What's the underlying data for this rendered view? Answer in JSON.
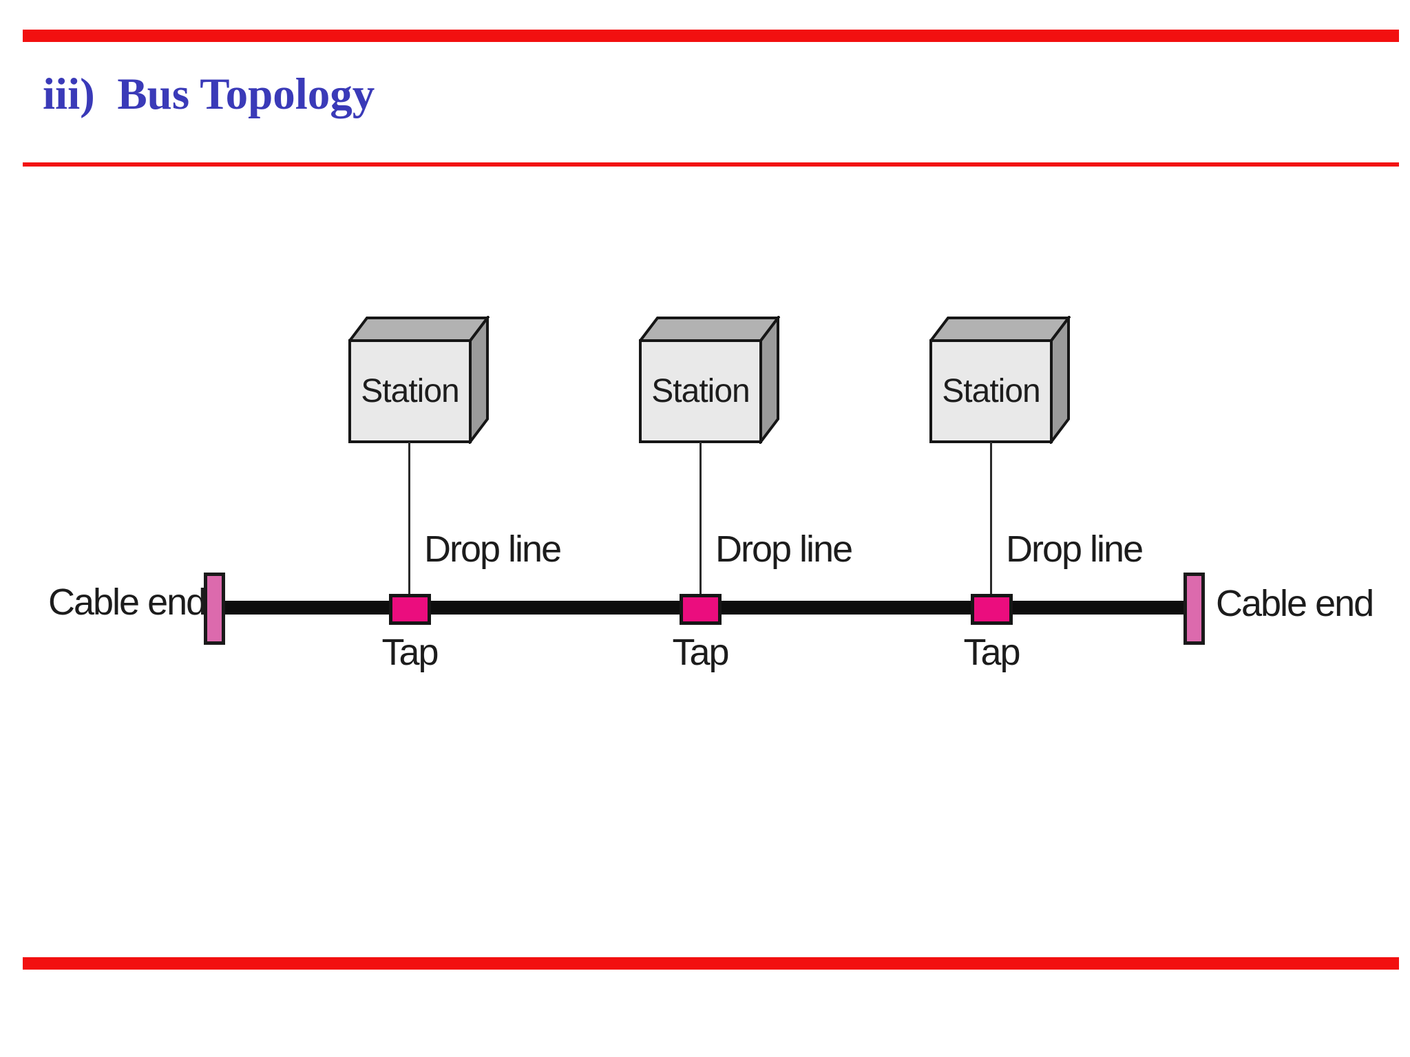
{
  "slide": {
    "title": "iii)  Bus Topology",
    "accent_rule_color": "#f21010",
    "title_color": "#3a3ab8"
  },
  "diagram": {
    "stations": [
      {
        "label": "Station"
      },
      {
        "label": "Station"
      },
      {
        "label": "Station"
      }
    ],
    "drop_lines": [
      {
        "label": "Drop line"
      },
      {
        "label": "Drop line"
      },
      {
        "label": "Drop line"
      }
    ],
    "taps": [
      {
        "label": "Tap"
      },
      {
        "label": "Tap"
      },
      {
        "label": "Tap"
      }
    ],
    "cable_ends": {
      "left": "Cable end",
      "right": "Cable end"
    },
    "colors": {
      "tap": "#eb0d7e",
      "cable_end": "#dc6aad",
      "bus_cable": "#0d0d0d",
      "station_front": "#e9e9e9",
      "station_top": "#b2b2b2",
      "station_side": "#9b9b9b",
      "outline": "#161616"
    }
  }
}
